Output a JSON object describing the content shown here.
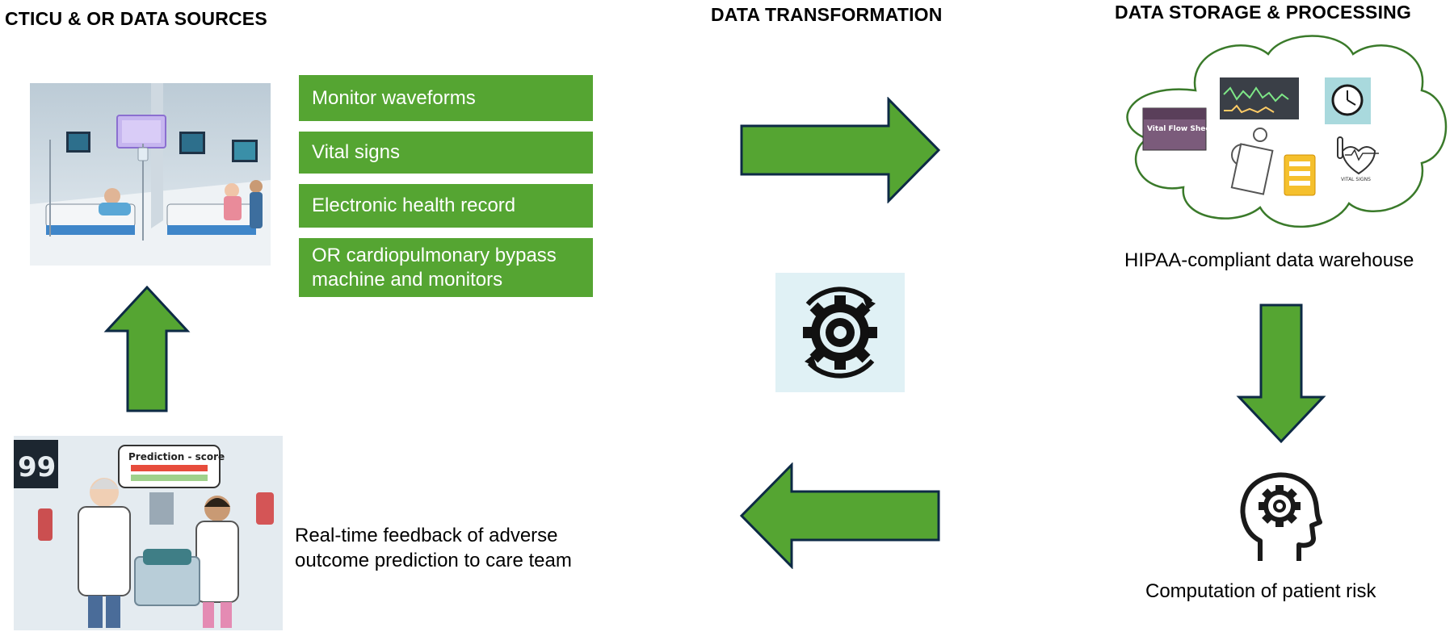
{
  "headings": {
    "sources": "CTICU & OR DATA SOURCES",
    "transformation": "DATA TRANSFORMATION",
    "storage": "DATA STORAGE & PROCESSING"
  },
  "source_items": [
    "Monitor waveforms",
    "Vital signs",
    "Electronic health record",
    "OR cardiopulmonary bypass machine and monitors"
  ],
  "captions": {
    "warehouse": "HIPAA-compliant data warehouse",
    "risk": "Computation of patient risk",
    "feedback": "Real-time feedback of adverse outcome prediction to care team"
  },
  "illustration_text": {
    "prediction_bubble": "Prediction - score",
    "flowsheet": "Vital Flow Sheets",
    "vital_signs": "VITAL SIGNS",
    "monitor_digits": "99"
  },
  "colors": {
    "arrow_fill": "#55a532",
    "arrow_stroke": "#0d2a45",
    "box_fill": "#55a532",
    "cloud_stroke": "#3a7a2a",
    "gear_bg": "#e0f1f5"
  }
}
